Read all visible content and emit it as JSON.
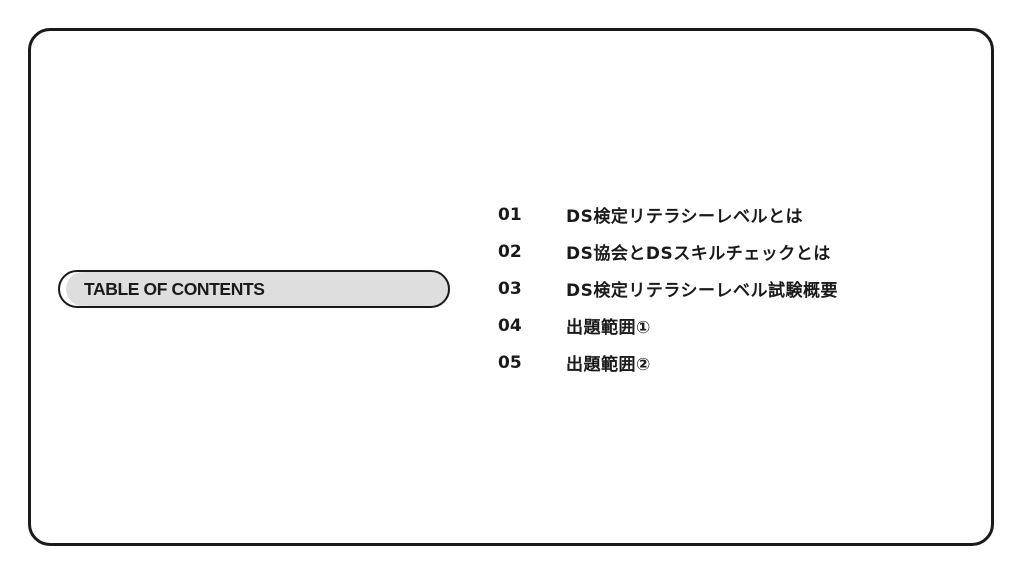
{
  "section_label": "TABLE OF CONTENTS",
  "items": [
    {
      "number": "01",
      "title": "DS検定リテラシーレベルとは"
    },
    {
      "number": "02",
      "title": "DS協会とDSスキルチェックとは"
    },
    {
      "number": "03",
      "title": "DS検定リテラシーレベル試験概要"
    },
    {
      "number": "04",
      "title": "出題範囲①"
    },
    {
      "number": "05",
      "title": "出題範囲②"
    }
  ]
}
